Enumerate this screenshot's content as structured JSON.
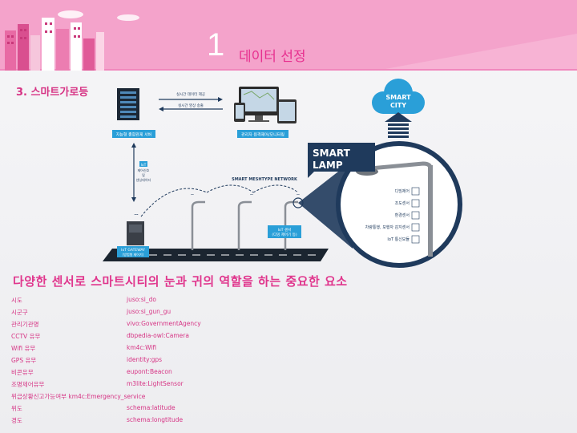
{
  "header": {
    "slide_number": "1",
    "title": "데이터 선정"
  },
  "section_title": "3. 스마트가로등",
  "diagram": {
    "server_label": "지능형 종합관제 서버",
    "arrow_top_label": "실시간 데이터 제공",
    "arrow_bottom_label": "실시간 영상 송출",
    "monitor_label": "관리자 원격제어/모니터링",
    "iot_label_1": "IoT",
    "iot_label_2": "제어신호",
    "iot_label_3": "및",
    "iot_label_4": "센싱데이터",
    "network_label": "SMART MESHTYPE NETWORK",
    "gateway_label_1": "IoT GATEWAY",
    "gateway_label_2": "(방범형 제어기)",
    "sensor_callout_1": "IoT 센서",
    "sensor_callout_2": "(디밍 제어기 등)",
    "smart_city": [
      "SMART",
      "CITY"
    ],
    "smart_lamp": [
      "SMART",
      "LAMP"
    ],
    "lamp_features": [
      "디밍제어",
      "조도센서",
      "환경센서",
      "차량통행, 보행자 감지센서",
      "IoT 통신모듈"
    ]
  },
  "headline": "다양한 센서로 스마트시티의 눈과 귀의 역할을 하는 중요한 요소",
  "attributes": [
    {
      "key": "시도",
      "value": "juso:si_do"
    },
    {
      "key": "시군구",
      "value": "juso:si_gun_gu"
    },
    {
      "key": "관리기관명",
      "value": "vivo:GovernmentAgency"
    },
    {
      "key": "CCTV 유무",
      "value": "dbpedia-owl:Camera"
    },
    {
      "key": "Wifi 유무",
      "value": "km4c:Wifi"
    },
    {
      "key": "GPS 유무",
      "value": "identity:gps"
    },
    {
      "key": "비콘유무",
      "value": "eupont:Beacon"
    },
    {
      "key": "조명제어유무",
      "value": "m3lite:LightSensor"
    },
    {
      "key": "위급상황신고가능여부 km4c:Emergency_service",
      "value": ""
    },
    {
      "key": "위도",
      "value": "schema:latitude"
    },
    {
      "key": "경도",
      "value": "schema:longtitude"
    }
  ],
  "colors": {
    "accent_pink": "#e0368d",
    "header_pink": "#f7a9cf",
    "navy": "#1f3a5c",
    "callout_blue": "#1a73c7"
  }
}
